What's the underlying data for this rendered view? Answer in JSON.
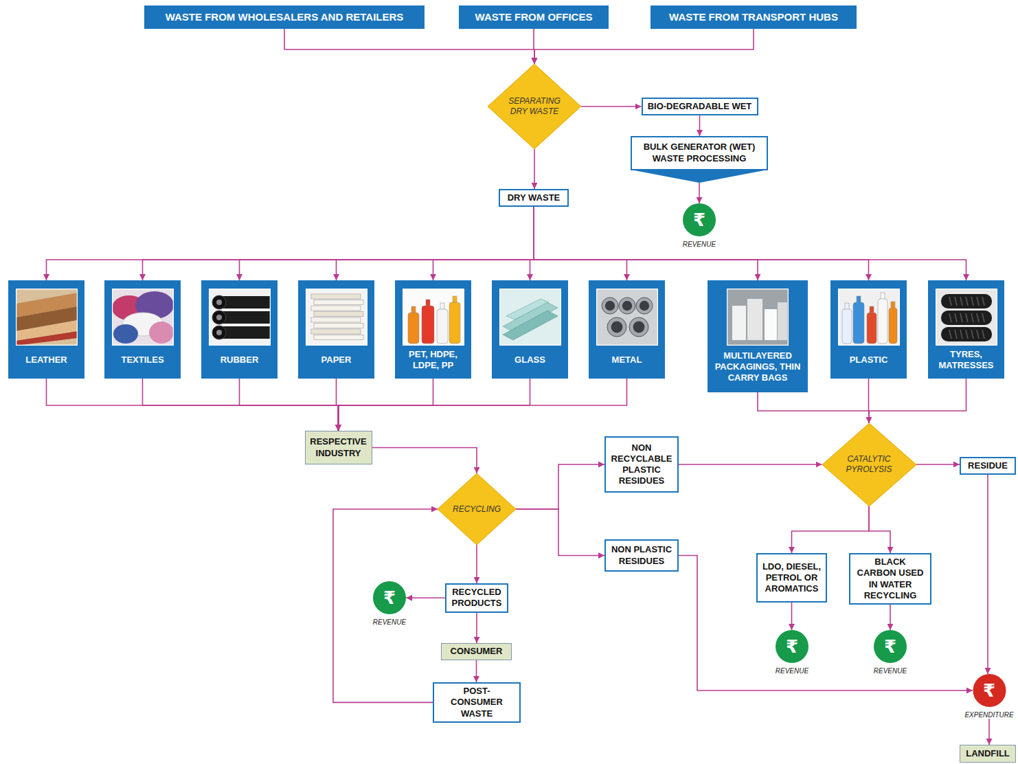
{
  "diagram": {
    "nodes": [
      {
        "text": [
          "WASTE FROM WHOLESALERS AND RETAILERS"
        ]
      },
      {
        "text": [
          "WASTE FROM OFFICES"
        ]
      },
      {
        "text": [
          "WASTE FROM TRANSPORT HUBS"
        ]
      },
      {
        "text": [
          "SEPARATING DRY WASTE"
        ]
      },
      {
        "text": [
          "BIO-DEGRADABLE WET"
        ]
      },
      {
        "text": [
          "BULK GENERATOR (WET) WASTE PROCESSING"
        ]
      },
      {
        "text": [
          "DRY WASTE"
        ]
      },
      {
        "text": [
          "₹",
          "REVENUE"
        ]
      },
      {
        "text": [
          "LEATHER"
        ]
      },
      {
        "text": [
          "TEXTILES"
        ]
      },
      {
        "text": [
          "RUBBER"
        ]
      },
      {
        "text": [
          "PAPER"
        ]
      },
      {
        "text": [
          "PET, HDPE, LDPE, PP"
        ]
      },
      {
        "text": [
          "GLASS"
        ]
      },
      {
        "text": [
          "METAL"
        ]
      },
      {
        "text": [
          "MULTILAYERED PACKAGINGS, THIN CARRY BAGS"
        ]
      },
      {
        "text": [
          "PLASTIC"
        ]
      },
      {
        "text": [
          "TYRES, MATRESSES"
        ]
      },
      {
        "text": [
          "RESPECTIVE INDUSTRY"
        ]
      },
      {
        "text": [
          "NON RECYCLABLE PLASTIC RESIDUES"
        ]
      },
      {
        "text": [
          "CATALYTIC PYROLYSIS"
        ]
      },
      {
        "text": [
          "RESIDUE"
        ]
      },
      {
        "text": [
          "RECYCLING"
        ]
      },
      {
        "text": [
          "NON PLASTIC RESIDUES"
        ]
      },
      {
        "text": [
          "LDO, DIESEL, PETROL OR AROMATICS"
        ]
      },
      {
        "text": [
          "BLACK CARBON USED IN WATER RECYCLING"
        ]
      },
      {
        "text": [
          "₹",
          "REVENUE"
        ]
      },
      {
        "text": [
          "RECYCLED PRODUCTS"
        ]
      },
      {
        "text": [
          "₹",
          "REVENUE"
        ]
      },
      {
        "text": [
          "₹",
          "REVENUE"
        ]
      },
      {
        "text": [
          "CONSUMER"
        ]
      },
      {
        "text": [
          "₹",
          "EXPENDITURE"
        ]
      },
      {
        "text": [
          "POST-CONSUMER WASTE"
        ]
      },
      {
        "text": [
          "LANDFILL"
        ]
      }
    ],
    "edges": [
      {
        "from": 0,
        "to": 3,
        "arrow": "to"
      },
      {
        "from": 1,
        "to": 3,
        "arrow": "to"
      },
      {
        "from": 2,
        "to": 3,
        "arrow": "to"
      },
      {
        "from": 3,
        "to": 4,
        "arrow": "to"
      },
      {
        "from": 4,
        "to": 5,
        "arrow": "to"
      },
      {
        "from": 5,
        "to": 7,
        "arrow": "to"
      },
      {
        "from": 3,
        "to": 6,
        "arrow": "to"
      },
      {
        "from": 6,
        "to": 8,
        "arrow": "to"
      },
      {
        "from": 6,
        "to": 9,
        "arrow": "to"
      },
      {
        "from": 6,
        "to": 10,
        "arrow": "to"
      },
      {
        "from": 6,
        "to": 11,
        "arrow": "to"
      },
      {
        "from": 6,
        "to": 12,
        "arrow": "to"
      },
      {
        "from": 6,
        "to": 13,
        "arrow": "to"
      },
      {
        "from": 6,
        "to": 14,
        "arrow": "to"
      },
      {
        "from": 6,
        "to": 15,
        "arrow": "to"
      },
      {
        "from": 6,
        "to": 16,
        "arrow": "to"
      },
      {
        "from": 6,
        "to": 17,
        "arrow": "to"
      },
      {
        "from": 8,
        "to": 18,
        "arrow": "to"
      },
      {
        "from": 9,
        "to": 18,
        "arrow": "to"
      },
      {
        "from": 10,
        "to": 18,
        "arrow": "to"
      },
      {
        "from": 11,
        "to": 18,
        "arrow": "to"
      },
      {
        "from": 12,
        "to": 18,
        "arrow": "to"
      },
      {
        "from": 13,
        "to": 18,
        "arrow": "to"
      },
      {
        "from": 14,
        "to": 18,
        "arrow": "to"
      },
      {
        "from": 15,
        "to": 20,
        "arrow": "to"
      },
      {
        "from": 16,
        "to": 20,
        "arrow": "to"
      },
      {
        "from": 17,
        "to": 20,
        "arrow": "to"
      },
      {
        "from": 18,
        "to": 22,
        "arrow": "to"
      },
      {
        "from": 22,
        "to": 19,
        "arrow": "to"
      },
      {
        "from": 22,
        "to": 23,
        "arrow": "to"
      },
      {
        "from": 19,
        "to": 20,
        "arrow": "to"
      },
      {
        "from": 20,
        "to": 21,
        "arrow": "to"
      },
      {
        "from": 20,
        "to": 24,
        "arrow": "to"
      },
      {
        "from": 20,
        "to": 25,
        "arrow": "to"
      },
      {
        "from": 24,
        "to": 28,
        "arrow": "to"
      },
      {
        "from": 25,
        "to": 29,
        "arrow": "to"
      },
      {
        "from": 22,
        "to": 27,
        "arrow": "to"
      },
      {
        "from": 27,
        "to": 26,
        "arrow": "to"
      },
      {
        "from": 27,
        "to": 30,
        "arrow": "to"
      },
      {
        "from": 30,
        "to": 32,
        "arrow": "to"
      },
      {
        "from": 32,
        "to": 22,
        "arrow": "to"
      },
      {
        "from": 23,
        "to": 31,
        "arrow": "to"
      },
      {
        "from": 21,
        "to": 31,
        "arrow": "to"
      },
      {
        "from": 31,
        "to": 33,
        "arrow": "to"
      }
    ]
  }
}
